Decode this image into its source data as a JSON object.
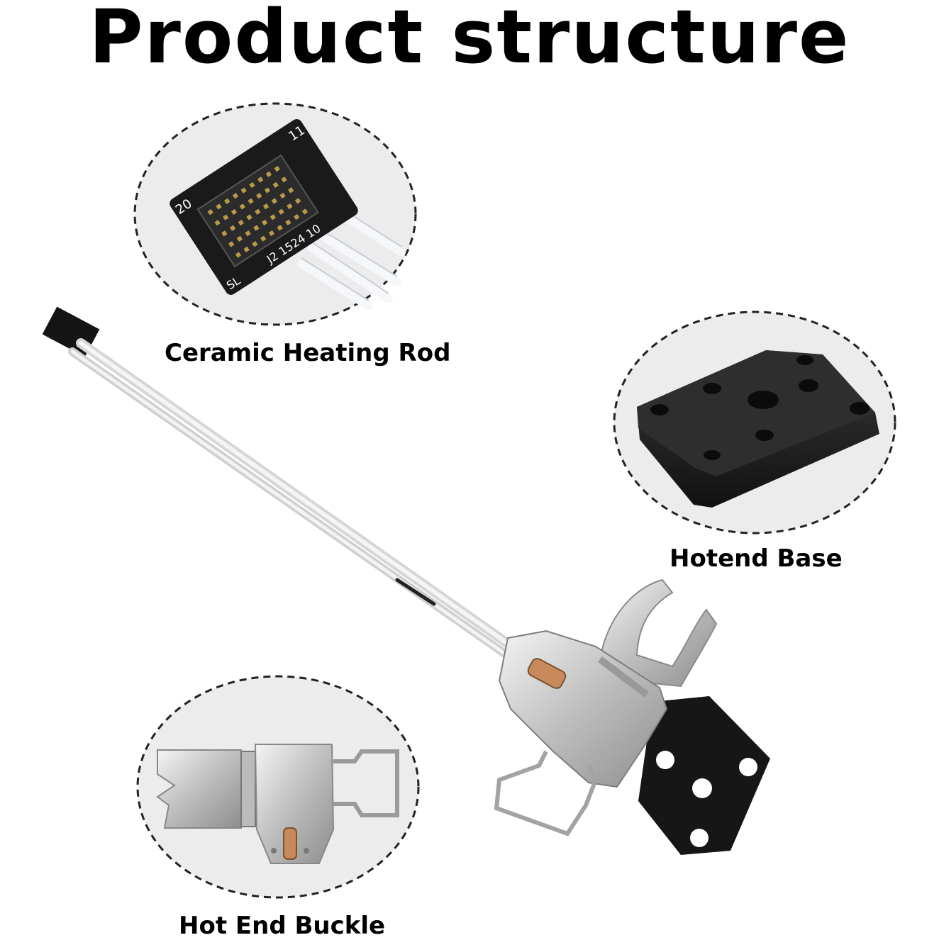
{
  "title": "Product structure",
  "labels": {
    "ceramic_heating_rod": "Ceramic Heating Rod",
    "hotend_base": "Hotend Base",
    "hot_end_buckle": "Hot End Buckle"
  },
  "connector_text": {
    "pin_20": "20",
    "pin_11": "11",
    "marking": "J2 1524 10",
    "sl": "SL"
  },
  "colors": {
    "bubble_fill": "#ececec",
    "dashed_outline": "#222222",
    "metal": "#c9c9c9",
    "black_part": "#1c1c1c",
    "copper": "#c88a5a"
  }
}
